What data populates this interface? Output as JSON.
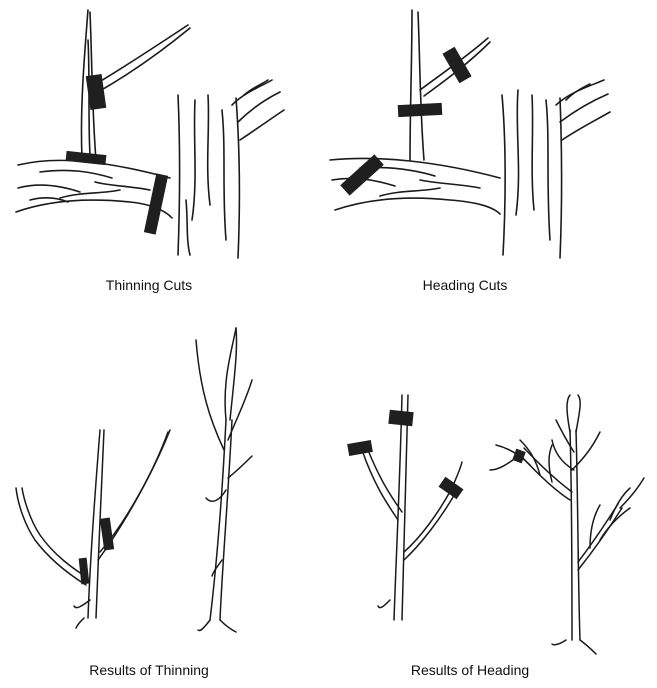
{
  "panels": [
    {
      "caption": "Thinning Cuts"
    },
    {
      "caption": "Heading Cuts"
    },
    {
      "caption": "Results of Thinning"
    },
    {
      "caption": "Results of Heading"
    }
  ]
}
